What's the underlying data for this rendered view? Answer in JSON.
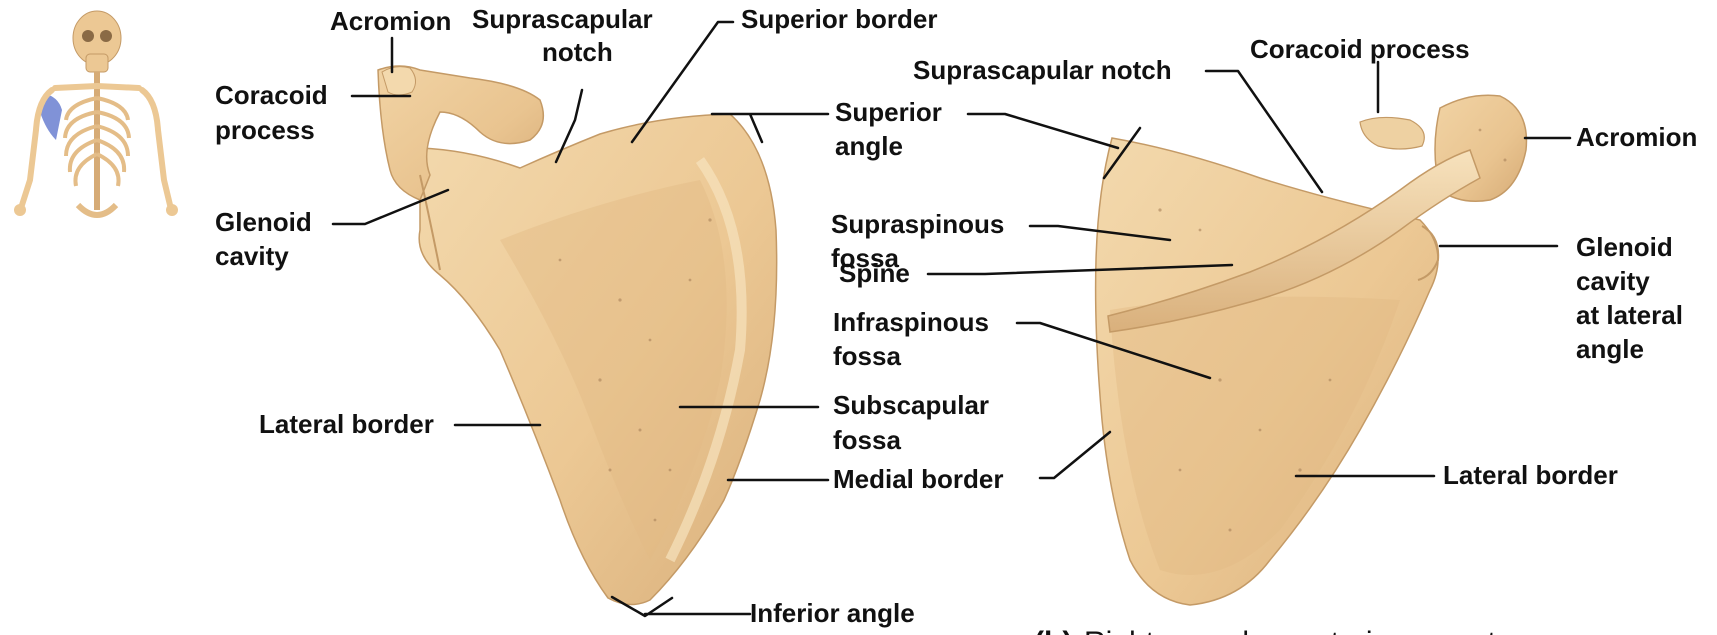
{
  "colors": {
    "bone": "#ecc894",
    "bone_light": "#f4dcb2",
    "bone_shadow": "#d2a874",
    "bone_edge": "#c49a66",
    "highlight": "#6a7fd0",
    "line": "#111111"
  },
  "icons": {
    "thumbnail": "skeleton-thumbnail-icon"
  },
  "anterior_view": {
    "labels": {
      "acromion": "Acromion",
      "suprascapular_notch_1": "Suprascapular",
      "suprascapular_notch_2": "notch",
      "superior_border": "Superior border",
      "coracoid_1": "Coracoid",
      "coracoid_2": "process",
      "superior_angle_1": "Superior",
      "superior_angle_2": "angle",
      "glenoid_1": "Glenoid",
      "glenoid_2": "cavity",
      "lateral_border": "Lateral border",
      "subscapular_1": "Subscapular",
      "subscapular_2": "fossa",
      "medial_border": "Medial border",
      "inferior_angle": "Inferior angle"
    }
  },
  "posterior_view": {
    "labels": {
      "coracoid_process": "Coracoid process",
      "suprascapular_notch": "Suprascapular notch",
      "acromion": "Acromion",
      "supraspinous_1": "Supraspinous",
      "supraspinous_2": "fossa",
      "glenoid_1": "Glenoid",
      "glenoid_2": "cavity",
      "glenoid_3": "at lateral",
      "glenoid_4": "angle",
      "spine": "Spine",
      "infraspinous_1": "Infraspinous",
      "infraspinous_2": "fossa",
      "lateral_border": "Lateral border"
    },
    "caption_letter": "(b)",
    "caption_text": "Right scapula, posterior aspect"
  }
}
